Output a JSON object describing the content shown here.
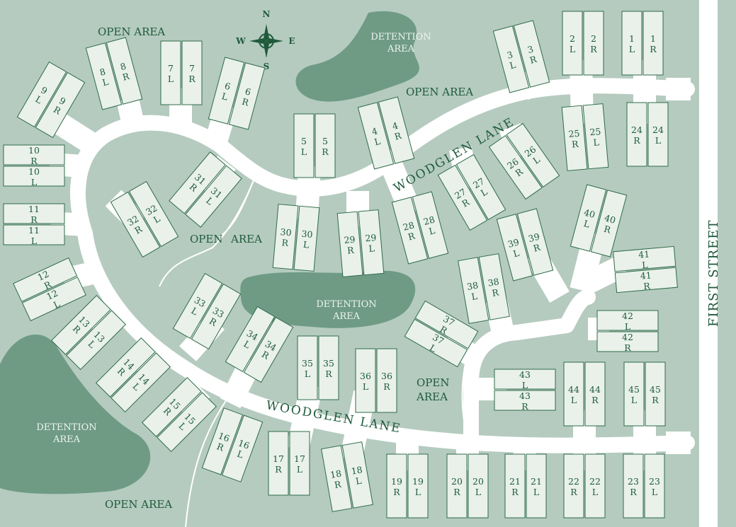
{
  "colors": {
    "background": "#b5cbbf",
    "road": "#ffffff",
    "detention": "#6f9b85",
    "unit_fill": "#e9f1ea",
    "unit_stroke": "#2f6b49",
    "text": "#1f5a3c"
  },
  "compass": {
    "n": "N",
    "s": "S",
    "e": "E",
    "w": "W"
  },
  "areas": {
    "open_area_nw": "OPEN AREA",
    "open_area_ne": "OPEN AREA",
    "open_area_center_1": "OPEN",
    "open_area_center_2": "AREA",
    "open_area_right_1": "OPEN",
    "open_area_right_2": "AREA",
    "open_area_bottom": "OPEN AREA"
  },
  "detention": {
    "top_1": "DETENTION",
    "top_2": "AREA",
    "middle_1": "DETENTION",
    "middle_2": "AREA",
    "left_1": "DETENTION",
    "left_2": "AREA"
  },
  "streets": {
    "woodglen_upper": "WOODGLEN LANE",
    "woodglen_lower": "WOODGLEN LANE",
    "first_street": "FIRST STREET"
  },
  "units": {
    "1": [
      "1 L",
      "1 R"
    ],
    "2": [
      "2 L",
      "2 R"
    ],
    "3": [
      "3 L",
      "3 R"
    ],
    "4": [
      "4 L",
      "4 R"
    ],
    "5": [
      "5 L",
      "5 R"
    ],
    "6": [
      "6 L",
      "6 R"
    ],
    "7": [
      "7 L",
      "7 R"
    ],
    "8": [
      "8 L",
      "8 R"
    ],
    "9": [
      "9 L",
      "9 R"
    ],
    "10": [
      "10 R",
      "10 L"
    ],
    "11": [
      "11 R",
      "11 L"
    ],
    "12": [
      "12 R",
      "12 L"
    ],
    "13": [
      "13 R",
      "13 L"
    ],
    "14": [
      "14 R",
      "14 L"
    ],
    "15": [
      "15 R",
      "15 L"
    ],
    "16": [
      "16 R",
      "16 L"
    ],
    "17": [
      "17 R",
      "17 L"
    ],
    "18": [
      "18 R",
      "18 L"
    ],
    "19": [
      "19 R",
      "19 L"
    ],
    "20": [
      "20 R",
      "20 L"
    ],
    "21": [
      "21 R",
      "21 L"
    ],
    "22": [
      "22 R",
      "22 L"
    ],
    "23": [
      "23 R",
      "23 L"
    ],
    "24": [
      "24 R",
      "24 L"
    ],
    "25": [
      "25 R",
      "25 L"
    ],
    "26": [
      "26 R",
      "26 L"
    ],
    "27": [
      "27 R",
      "27 L"
    ],
    "28": [
      "28 R",
      "28 L"
    ],
    "29": [
      "29 R",
      "29 L"
    ],
    "30": [
      "30 R",
      "30 L"
    ],
    "31": [
      "31 R",
      "31 L"
    ],
    "32": [
      "32 R",
      "32 L"
    ],
    "33": [
      "33 L",
      "33 R"
    ],
    "34": [
      "34 L",
      "34 R"
    ],
    "35": [
      "35 L",
      "35 R"
    ],
    "36": [
      "36 L",
      "36 R"
    ],
    "37": [
      "37 R",
      "37 L"
    ],
    "38": [
      "38 L",
      "38 R"
    ],
    "39": [
      "39 L",
      "39 R"
    ],
    "40": [
      "40 L",
      "40 R"
    ],
    "41": [
      "41 L",
      "41 R"
    ],
    "42": [
      "42 L",
      "42 R"
    ],
    "43": [
      "43 L",
      "43 R"
    ],
    "44": [
      "44 L",
      "44 R"
    ],
    "45": [
      "45 L",
      "45 R"
    ]
  }
}
